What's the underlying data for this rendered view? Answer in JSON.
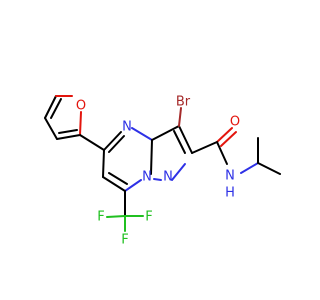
{
  "molecule": {
    "colors": {
      "carbon": "#000000",
      "nitrogen": "#2e31e6",
      "oxygen": "#e3150d",
      "fluorine": "#20c020",
      "bromine": "#a52a2a"
    },
    "labels": {
      "br": "Br",
      "o_furan": "O",
      "o_carbonyl": "O",
      "n_ring_top": "N",
      "n_ring_bridge": "N",
      "n_ring_pyrazole": "N",
      "n_amide": "N",
      "h_amide": "H",
      "f_left": "F",
      "f_right": "F",
      "f_bottom": "F"
    }
  }
}
